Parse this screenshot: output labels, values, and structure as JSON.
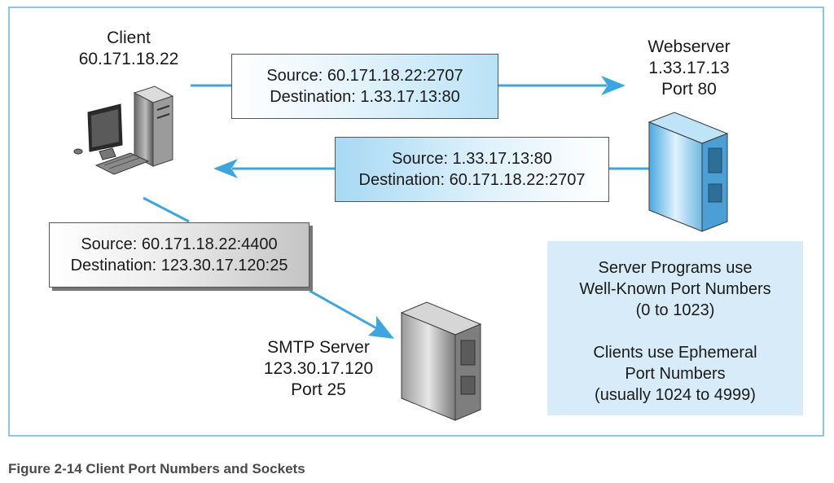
{
  "client": {
    "title": "Client",
    "ip": "60.171.18.22"
  },
  "webserver": {
    "title": "Webserver",
    "ip": "1.33.17.13",
    "port": "Port 80"
  },
  "smtp": {
    "title": "SMTP Server",
    "ip": "123.30.17.120",
    "port": "Port 25"
  },
  "packets": [
    {
      "source": "Source: 60.171.18.22:2707",
      "destination": "Destination: 1.33.17.13:80"
    },
    {
      "source": "Source: 1.33.17.13:80",
      "destination": "Destination: 60.171.18.22:2707"
    },
    {
      "source": "Source: 60.171.18.22:4400",
      "destination": "Destination: 123.30.17.120:25"
    }
  ],
  "info": {
    "line1": "Server Programs use",
    "line2": "Well-Known Port Numbers",
    "line3": "(0 to 1023)",
    "line4": "Clients use Ephemeral",
    "line5": "Port Numbers",
    "line6": "(usually 1024 to 4999)"
  },
  "caption": "Figure 2-14 Client Port Numbers and Sockets",
  "colors": {
    "arrow": "#3ea6dc",
    "frame": "#8cc6e0",
    "info_bg": "#d7ecf8"
  }
}
